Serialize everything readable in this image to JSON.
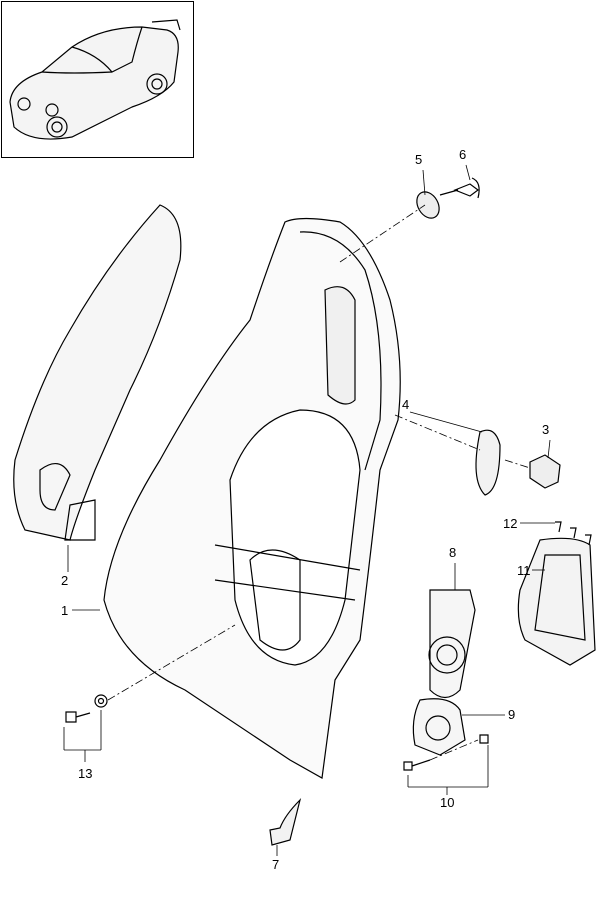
{
  "diagram": {
    "thumbnail": "vehicle-overview",
    "callouts": [
      {
        "id": "1",
        "label": "1"
      },
      {
        "id": "2",
        "label": "2"
      },
      {
        "id": "3",
        "label": "3"
      },
      {
        "id": "4",
        "label": "4"
      },
      {
        "id": "5",
        "label": "5"
      },
      {
        "id": "6",
        "label": "6"
      },
      {
        "id": "7",
        "label": "7"
      },
      {
        "id": "8",
        "label": "8"
      },
      {
        "id": "9",
        "label": "9"
      },
      {
        "id": "10",
        "label": "10"
      },
      {
        "id": "11",
        "label": "11"
      },
      {
        "id": "12",
        "label": "12"
      },
      {
        "id": "13",
        "label": "13"
      }
    ]
  }
}
